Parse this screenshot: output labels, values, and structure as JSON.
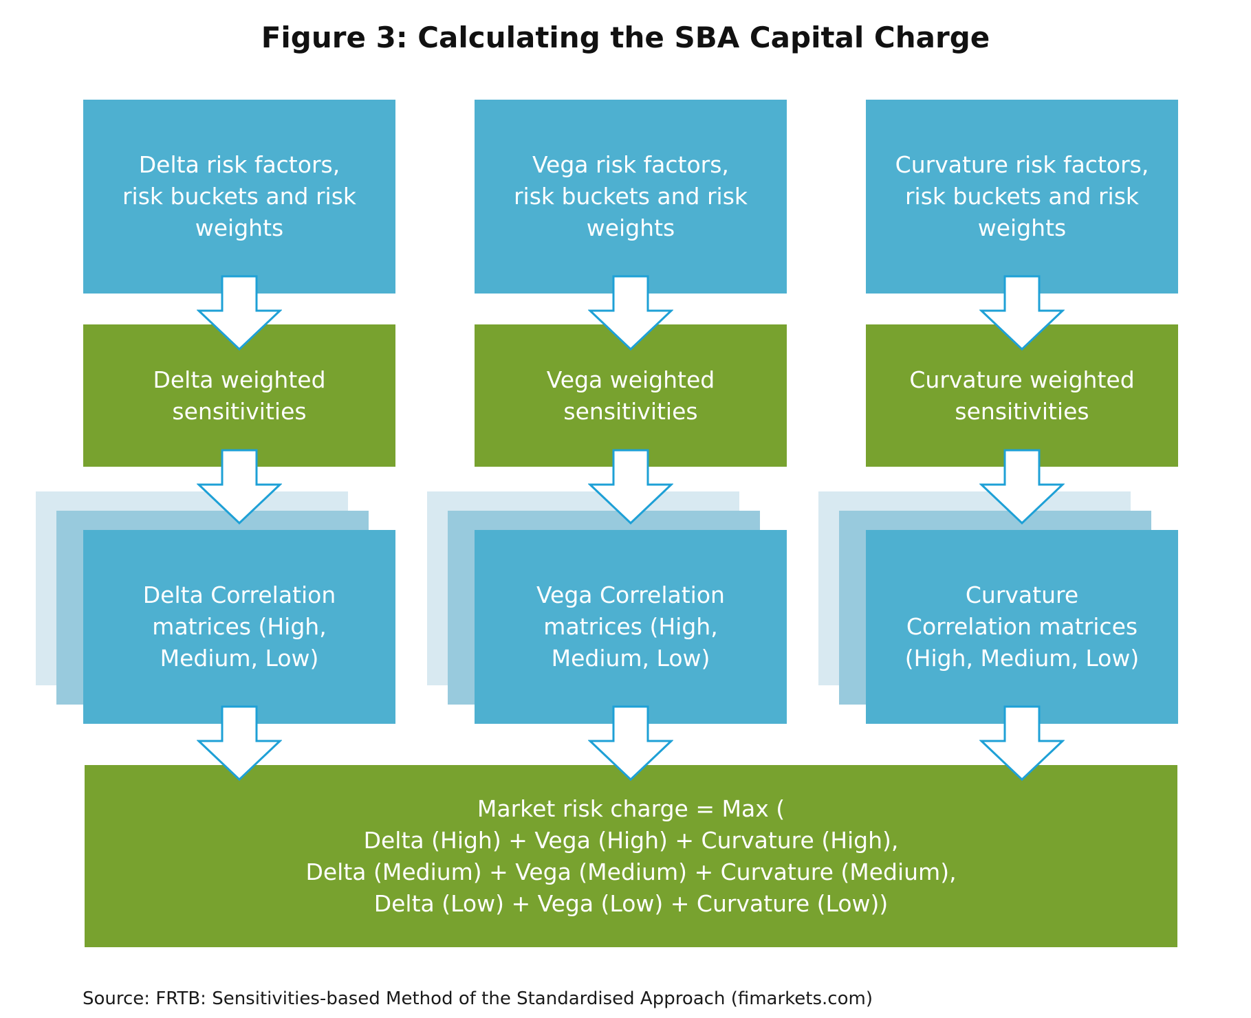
{
  "title": "Figure 3: Calculating the SBA Capital Charge",
  "colors": {
    "blue": "#4eb0d0",
    "green": "#78a22f",
    "shadow_light": "#d8e9f1",
    "shadow_mid": "#98cadd",
    "arrow_stroke": "#1ea0d6"
  },
  "columns": [
    {
      "risk_factors": "Delta risk factors,\nrisk buckets and risk\nweights",
      "weighted": "Delta weighted\nsensitivities",
      "correlation": "Delta Correlation\nmatrices (High,\nMedium, Low)"
    },
    {
      "risk_factors": "Vega risk factors,\nrisk buckets and risk\nweights",
      "weighted": "Vega weighted\nsensitivities",
      "correlation": "Vega Correlation\nmatrices (High,\nMedium, Low)"
    },
    {
      "risk_factors": "Curvature risk factors,\nrisk buckets and risk\nweights",
      "weighted": "Curvature weighted\nsensitivities",
      "correlation": "Curvature\nCorrelation matrices\n(High, Medium, Low)"
    }
  ],
  "final": {
    "text": "Market risk charge = Max (\nDelta (High) + Vega (High) + Curvature (High),\nDelta (Medium) + Vega (Medium) + Curvature (Medium),\nDelta (Low) + Vega (Low) + Curvature (Low))"
  },
  "source": "Source: FRTB: Sensitivities-based Method of the Standardised Approach (fimarkets.com)"
}
